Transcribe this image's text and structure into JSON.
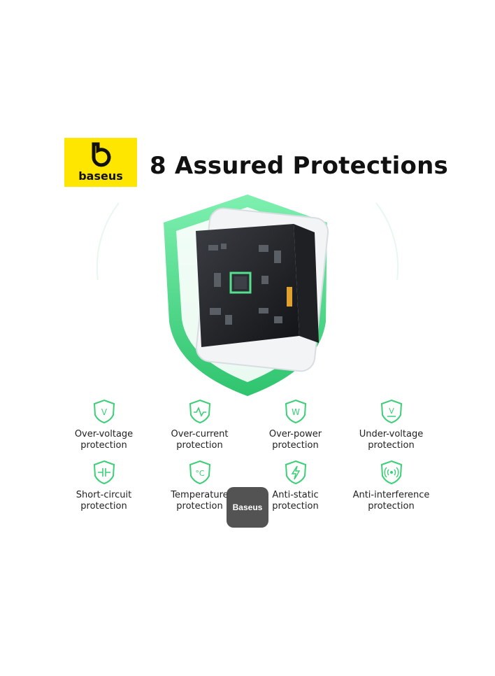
{
  "brand": {
    "logo_text": "baseus",
    "logo_color": "#ffe600"
  },
  "title": "8 Assured Protections",
  "accent_color": "#4dd68a",
  "protections": [
    {
      "icon": "shield-v-icon",
      "glyph": "V",
      "line1": "Over-voltage",
      "line2": "protection"
    },
    {
      "icon": "shield-pulse-icon",
      "glyph": "",
      "line1": "Over-current",
      "line2": "protection"
    },
    {
      "icon": "shield-w-icon",
      "glyph": "W",
      "line1": "Over-power",
      "line2": "protection"
    },
    {
      "icon": "shield-under-v-icon",
      "glyph": "V",
      "line1": "Under-voltage",
      "line2": "protection"
    },
    {
      "icon": "shield-capacitor-icon",
      "glyph": "",
      "line1": "Short-circuit",
      "line2": "protection"
    },
    {
      "icon": "shield-celsius-icon",
      "glyph": "°C",
      "line1": "Temperature",
      "line2": "protection"
    },
    {
      "icon": "shield-bolt-icon",
      "glyph": "",
      "line1": "Anti-static",
      "line2": "protection"
    },
    {
      "icon": "shield-signal-icon",
      "glyph": "",
      "line1": "Anti-interference",
      "line2": "protection"
    }
  ],
  "watermark": "Baseus"
}
